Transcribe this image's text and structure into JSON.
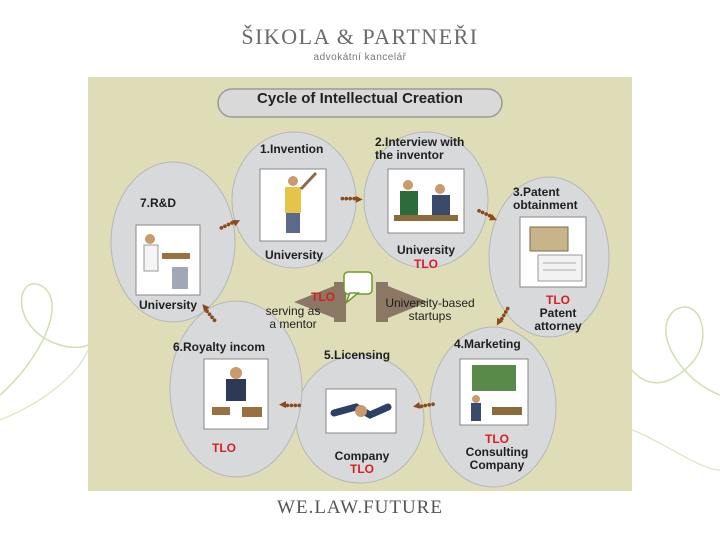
{
  "header": {
    "firm_name": "ŠIKOLA & PARTNEŘI",
    "firm_sub": "advokátní kancelář"
  },
  "footer": {
    "slogan": "WE.LAW.FUTURE"
  },
  "diagram": {
    "title": "Cycle of Intellectual Creation",
    "center": {
      "left_title": "TLO",
      "left_body": "serving as\na mentor",
      "right_body": "University-based\nstartups"
    },
    "stages": [
      {
        "label": "1.Invention",
        "actor": "University",
        "actor2": ""
      },
      {
        "label": "2.Interview with\nthe inventor",
        "actor": "University",
        "actor2": "TLO"
      },
      {
        "label": "3.Patent\nobtainment",
        "actor": "TLO",
        "actor2": "Patent\nattorney"
      },
      {
        "label": "4.Marketing",
        "actor": "TLO",
        "actor2": "Consulting\nCompany"
      },
      {
        "label": "5.Licensing",
        "actor": "Company",
        "actor2": "TLO"
      },
      {
        "label": "6.Royalty incom",
        "actor": "TLO",
        "actor2": ""
      },
      {
        "label": "7.R&D",
        "actor": "University",
        "actor2": ""
      }
    ],
    "colors": {
      "background": "#dfddb8",
      "bubble": "#d8d9db",
      "accent_red": "#d71f1f",
      "arrow": "#8a4a1c"
    }
  }
}
